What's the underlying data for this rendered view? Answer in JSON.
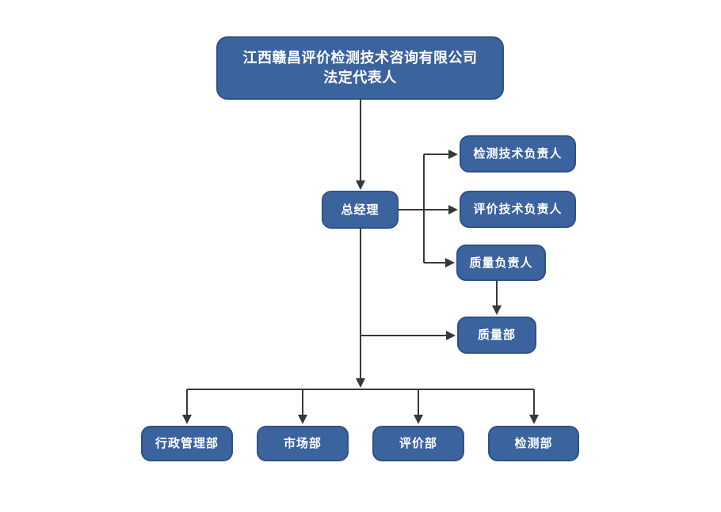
{
  "colors": {
    "node_fill": "#3B639E",
    "node_border": "#2F5285",
    "node_text": "#FFFFFF",
    "connector_color": "#383838",
    "page_bg": "#FFFFFF"
  },
  "nodes": {
    "legal_representative": {
      "line1": "江西赣昌评价检测技术咨询有限公司",
      "line2": "法定代表人"
    },
    "general_manager": {
      "label": "总经理"
    },
    "testing_tech_lead": {
      "label": "检测技术负责人"
    },
    "evaluation_tech_lead": {
      "label": "评价技术负责人"
    },
    "quality_lead": {
      "label": "质量负责人"
    },
    "quality_dept": {
      "label": "质量部"
    },
    "admin_dept": {
      "label": "行政管理部"
    },
    "market_dept": {
      "label": "市场部"
    },
    "evaluation_dept": {
      "label": "评价部"
    },
    "testing_dept": {
      "label": "检测部"
    }
  }
}
